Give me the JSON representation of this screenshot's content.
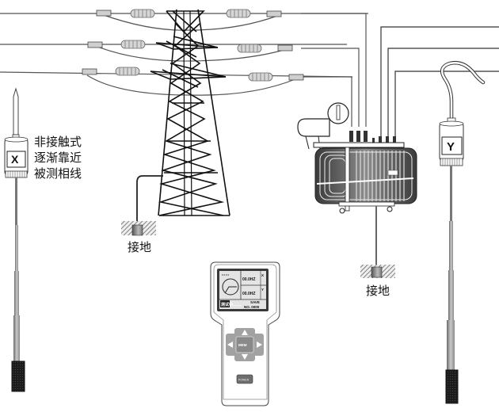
{
  "diagram": {
    "title": "Non-contact wireless phase checker setup",
    "probe_x": {
      "letter": "X",
      "note_lines": [
        "非接触式",
        "逐渐靠近",
        "被测相线"
      ]
    },
    "probe_y": {
      "letter": "Y"
    },
    "ground_labels": {
      "tower": "接地",
      "transformer": "接地"
    },
    "meter": {
      "reading_x": "00.0HZ",
      "reading_y": "00.0HZ",
      "side_x": "X",
      "side_y": "Y",
      "status": "测试中......",
      "save_label": "SAVE",
      "record_no": "NO. 0000",
      "center_key": "MEM",
      "power_key": "POWER"
    },
    "colors": {
      "line": "#222222",
      "wire": "#555555",
      "insulator": "#cfcfcf",
      "ground_hatch": "#777777",
      "pole_dark": "#1a1a1a",
      "pole_gray": "#9a9a9a",
      "screen_bg": "#e6e6e6",
      "keypad": "#9b9b9b"
    }
  }
}
